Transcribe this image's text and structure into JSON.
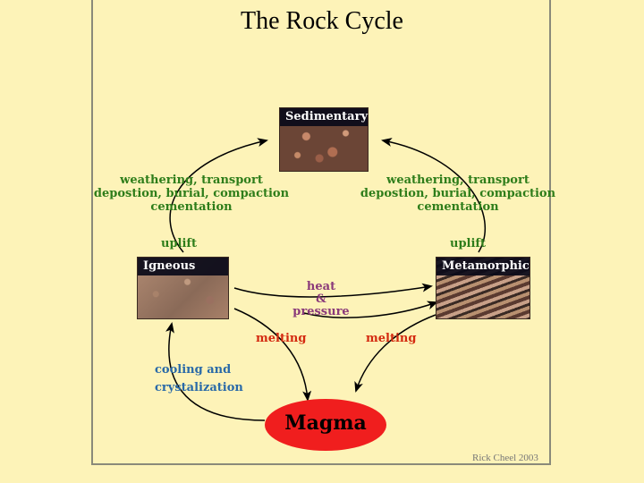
{
  "title": "The Rock Cycle",
  "rocks": {
    "sedimentary": "Sedimentary",
    "igneous": "Igneous",
    "metamorphic": "Metamorphic"
  },
  "processes": {
    "weathering_left": [
      "weathering, transport",
      "depostion, burial, compaction",
      "cementation"
    ],
    "weathering_right": [
      "weathering, transport",
      "depostion, burial, compaction",
      "cementation"
    ],
    "uplift_left": "uplift",
    "uplift_right": "uplift",
    "heat_pressure": [
      "heat",
      "&",
      "pressure"
    ],
    "melting_left": "melting",
    "melting_right": "melting",
    "cooling": [
      "cooling and",
      "crystalization"
    ]
  },
  "magma": "Magma",
  "credit": "Rick Cheel 2003",
  "colors": {
    "background": "#fdf3b8",
    "green_labels": "#2e7d1a",
    "red_labels": "#d42a10",
    "purple_labels": "#8a3a7a",
    "blue_labels": "#2a6aa8",
    "magma": "#f01e1e"
  }
}
